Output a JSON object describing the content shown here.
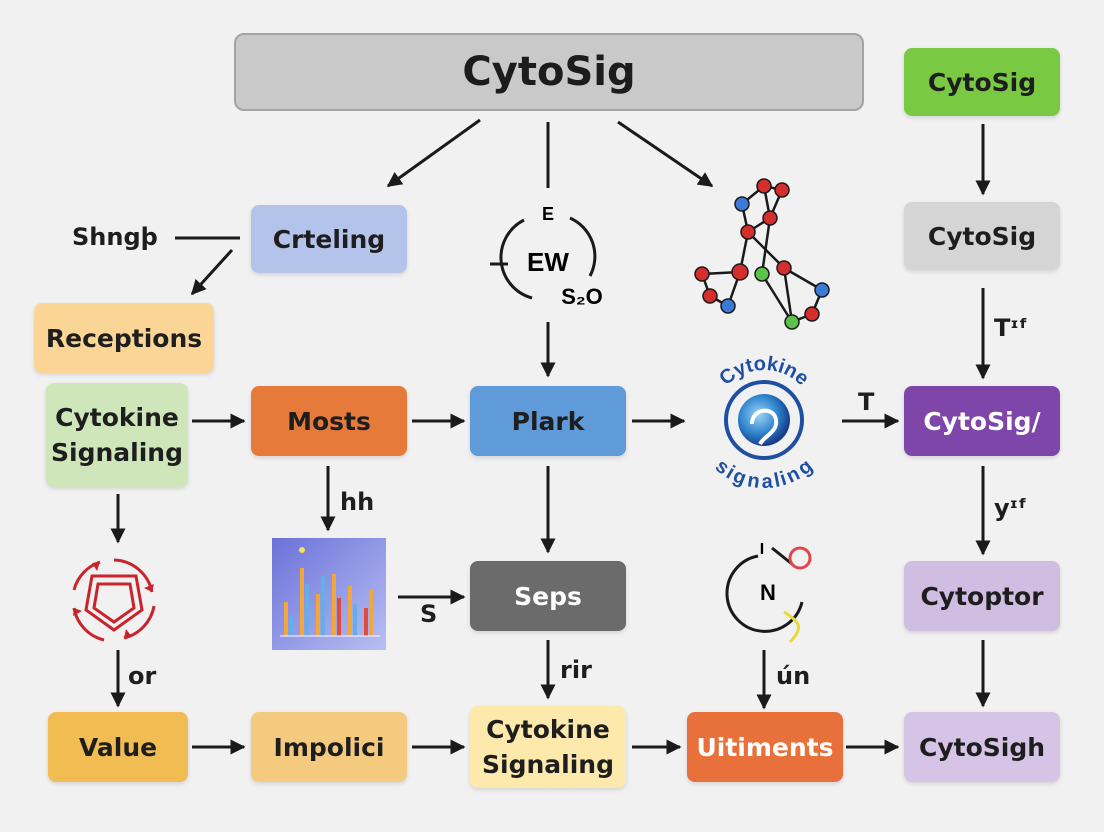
{
  "diagram": {
    "title": "CytoSig",
    "nodes": {
      "crteling": "Crteling",
      "receptions": "Receptions",
      "cytokine_signaling_left": "Cytokine Signaling",
      "mosts": "Mosts",
      "plark": "Plark",
      "seps": "Seps",
      "value": "Value",
      "impolici": "Impolici",
      "cytokine_signaling_bottom": "Cytokine Signaling",
      "uitiments": "Uitiments",
      "cytosig_green": "CytoSig",
      "cytosig_gray": "CytoSig",
      "cytosig_purple": "CytoSig/",
      "cytoptor": "Cytoptor",
      "cytosign_bottom": "CytoSigh"
    },
    "labels": {
      "shngp": "Shngþ",
      "hh": "hh",
      "s": "S",
      "or": "or",
      "rir": "rir",
      "uin": "ún",
      "t_upper": "Tᶦᶠ",
      "t_mid": "T",
      "y": "yᶦᶠ"
    },
    "ew_glyph": {
      "top": "E",
      "center": "EW",
      "bottom": "S₂O"
    },
    "logo": {
      "top_text": "Cytokine",
      "bottom_text": "signaling"
    },
    "n_glyph": {
      "letter": "N",
      "top": "I"
    },
    "colors": {
      "background": "#f1f1f2",
      "crteling": "#b4c3ea",
      "receptions": "#fbd596",
      "cytokine_green": "#cfe6bb",
      "mosts": "#e57a3a",
      "plark": "#5f9bd8",
      "seps": "#6b6b6b",
      "value": "#f1bc52",
      "impolici": "#f4cb7e",
      "cytokine_yellow": "#fde9ac",
      "uitiments": "#e8703a",
      "cytosig_green": "#7ac943",
      "cytosig_gray": "#d5d5d5",
      "cytosig_purple": "#7d46a8",
      "cytoptor": "#cfbee2",
      "cytosign_bottom": "#d6c4e7",
      "arrow": "#1a1a1a"
    }
  }
}
